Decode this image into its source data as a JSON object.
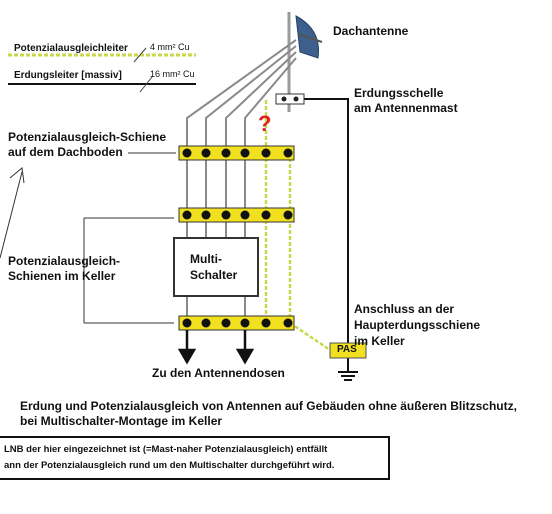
{
  "legend": {
    "equipotential_label": "Potenzialausgleichleiter",
    "equipotential_size": "4 mm² Cu",
    "earthing_label": "Erdungsleiter [massiv]",
    "earthing_size": "16 mm² Cu"
  },
  "labels": {
    "roof_antenna": "Dachantenne",
    "clamp_line1": "Erdungsschelle",
    "clamp_line2": "am Antennenmast",
    "question_mark": "?",
    "rail_attic_line1": "Potenzialausgleich-Schiene",
    "rail_attic_line2": "auf dem Dachboden",
    "rails_cellar_line1": "Potenzialausgleich-",
    "rails_cellar_line2": "Schienen im Keller",
    "multiswitch_line1": "Multi-",
    "multiswitch_line2": "Schalter",
    "main_earth_line1": "Anschluss an der",
    "main_earth_line2": "Haupterdungsschiene",
    "main_earth_line3": "im Keller",
    "pas": "PAS",
    "to_outlets": "Zu den Antennendosen"
  },
  "caption": {
    "line1": "Erdung und Potenzialausgleich von Antennen auf Gebäuden ohne äußeren Blitzschutz,",
    "line2": "bei Multischalter-Montage im Keller"
  },
  "note": {
    "line1": "LNB der hier eingezeichnet ist (=Mast-naher Potenzialausgleich) entfällt",
    "line2": "ann der Potenzialausgleich rund um den Multischalter durchgeführt wird."
  },
  "colors": {
    "rail_fill": "#f0e020",
    "equipotential_wire": "#c8d84a",
    "cable": "#8a8a8a",
    "earth_wire": "#111111"
  }
}
